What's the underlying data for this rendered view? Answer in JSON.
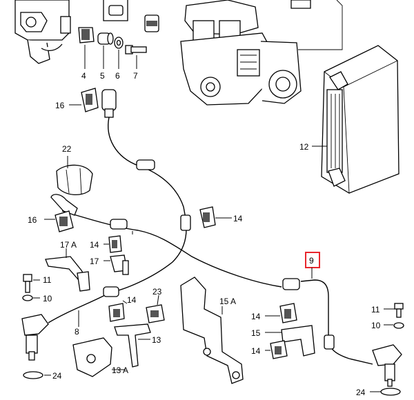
{
  "labels": {
    "p4": "4",
    "p5": "5",
    "p6": "6",
    "p7": "7",
    "p16a": "16",
    "p16b": "16",
    "p22": "22",
    "p12": "12",
    "p14a": "14",
    "p14b": "14",
    "p14c": "14",
    "p14d": "14",
    "p14e": "14",
    "p17a": "17 A",
    "p17": "17",
    "p11a": "11",
    "p11b": "11",
    "p10a": "10",
    "p10b": "10",
    "p8": "8",
    "p23": "23",
    "p13": "13",
    "p13a": "13 A",
    "p15a": "15 A",
    "p15": "15",
    "p9": "9",
    "p24a": "24",
    "p24b": "24"
  },
  "highlight_color": "#e8262d"
}
